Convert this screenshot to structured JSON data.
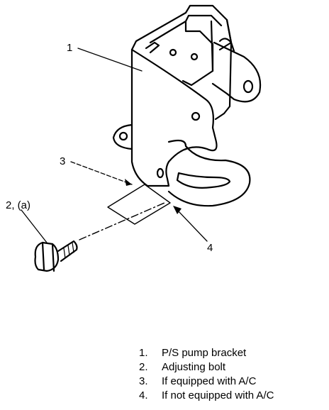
{
  "callouts": {
    "c1": "1",
    "c2": "2, (a)",
    "c3": "3",
    "c4": "4"
  },
  "legend": [
    {
      "num": "1.",
      "text": "P/S pump bracket"
    },
    {
      "num": "2.",
      "text": "Adjusting bolt"
    },
    {
      "num": "3.",
      "text": "If equipped with A/C"
    },
    {
      "num": "4.",
      "text": "If not equipped with A/C"
    }
  ]
}
